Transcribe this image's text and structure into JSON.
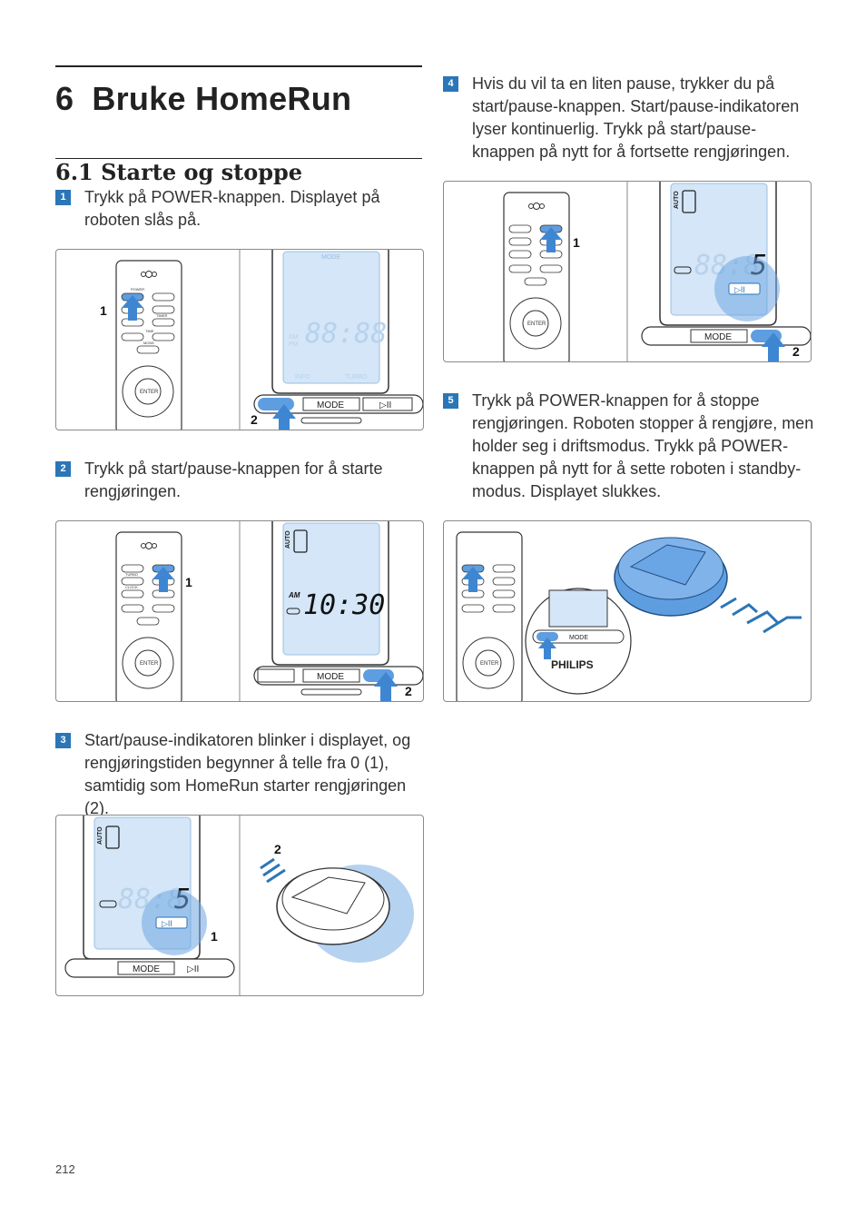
{
  "chapter": {
    "number": "6",
    "title": "Bruke HomeRun"
  },
  "section": {
    "number": "6.1",
    "title": "Starte og stoppe"
  },
  "steps": [
    {
      "badge": "1",
      "text": "Trykk på POWER-knappen. Displayet på roboten slås på."
    },
    {
      "badge": "2",
      "text": "Trykk på start/pause-knappen for å starte rengjøringen."
    },
    {
      "badge": "3",
      "text": "Start/pause-indikatoren blinker i displayet, og rengjøringstiden begynner å telle fra 0 (1), samtidig som HomeRun starter rengjøringen (2)."
    },
    {
      "badge": "4",
      "text": "Hvis du vil ta en liten pause, trykker du på start/pause-knappen. Start/pause-indikatoren lyser kontinuerlig. Trykk på start/pause-knappen på nytt for å fortsette rengjøringen."
    },
    {
      "badge": "5",
      "text": "Trykk på POWER-knappen for å stoppe rengjøringen. Roboten stopper å rengjøre, men holder seg i driftsmodus. Trykk på POWER-knappen på nytt for å sette roboten i standby-modus. Displayet slukkes."
    }
  ],
  "figure_labels": {
    "callout_1": "1",
    "callout_2": "2",
    "remote_power": "POWER",
    "remote_turbo": "TURBO",
    "remote_clock": "CLOCK",
    "remote_timer": "TIMER",
    "remote_mode": "MODE",
    "remote_enter": "ENTER",
    "remote_time": "TIME",
    "remote_minus": "-",
    "remote_plus": "+",
    "display_mode": "MODE",
    "display_auto": "AUTO",
    "display_am": "AM",
    "display_pm": "PM",
    "display_info": "INFO",
    "display_turbo": "TURBO",
    "display_playpause": "▷II",
    "display_time_blank": "88:88",
    "display_time_clock": "10:30",
    "display_time_run": "88:8",
    "display_digit_s": "5",
    "brand": "PHILIPS"
  },
  "page_number": "212"
}
